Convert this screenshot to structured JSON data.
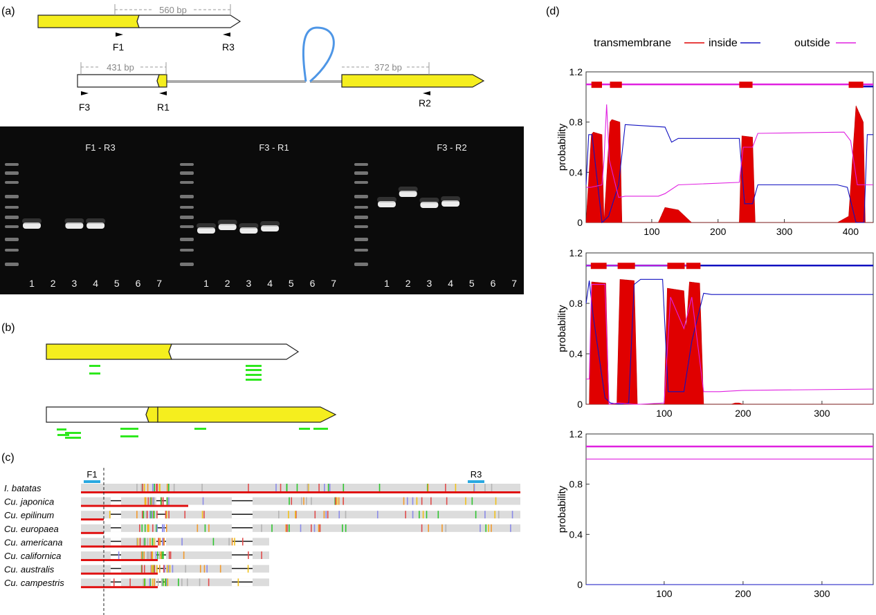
{
  "panel_labels": {
    "a": "(a)",
    "b": "(b)",
    "c": "(c)",
    "d": "(d)"
  },
  "panel_a": {
    "top_gene": {
      "length_label": "560 bp",
      "primer_f": "F1",
      "primer_r": "R3"
    },
    "bottom_gene": {
      "left_length_label": "431 bp",
      "right_length_label": "372 bp",
      "primers": [
        "F3",
        "R1",
        "R2"
      ]
    },
    "gel": {
      "groups": [
        {
          "title": "F1 - R3",
          "lanes": [
            "1",
            "2",
            "3",
            "4",
            "5",
            "6",
            "7"
          ],
          "band_lanes": [
            1,
            3,
            4
          ]
        },
        {
          "title": "F3 - R1",
          "lanes": [
            "1",
            "2",
            "3",
            "4",
            "5",
            "6",
            "7"
          ],
          "band_lanes": [
            1,
            2,
            3,
            4
          ]
        },
        {
          "title": "F3 - R2",
          "lanes": [
            "1",
            "2",
            "3",
            "4",
            "5",
            "6",
            "7"
          ],
          "band_lanes": [
            1,
            2,
            3,
            4
          ]
        }
      ]
    }
  },
  "panel_b": {
    "note": "read mapping to gene structures"
  },
  "panel_c": {
    "primer_labels": [
      "F1",
      "R3"
    ],
    "species": [
      {
        "name": "I. batatas",
        "length": 1.0
      },
      {
        "name": "Cu. japonica",
        "length": 1.0
      },
      {
        "name": "Cu. epilinum",
        "length": 1.0
      },
      {
        "name": "Cu. europaea",
        "length": 1.0
      },
      {
        "name": "Cu. americana",
        "length": 0.43
      },
      {
        "name": "Cu. californica",
        "length": 0.43
      },
      {
        "name": "Cu. australis",
        "length": 0.43
      },
      {
        "name": "Cu. campestris",
        "length": 0.43
      }
    ]
  },
  "panel_d": {
    "legend": [
      {
        "label": "transmembrane",
        "color": "#e00000"
      },
      {
        "label": "inside",
        "color": "#1010c0"
      },
      {
        "label": "outside",
        "color": "#e020e0"
      }
    ],
    "ylabel": "probability"
  },
  "chart_data": [
    {
      "type": "area",
      "ylabel": "probability",
      "xlim": [
        1,
        434
      ],
      "ylim": [
        0,
        1.2
      ],
      "xticks": [
        100,
        200,
        300,
        400
      ],
      "yticks": [
        "0",
        "0.4",
        "0.8",
        "1.2"
      ],
      "tm_segments": [
        [
          9,
          25
        ],
        [
          37,
          55
        ],
        [
          232,
          252
        ],
        [
          397,
          419
        ]
      ],
      "series": [
        {
          "name": "transmembrane",
          "x": [
            1,
            9,
            12,
            25,
            28,
            37,
            40,
            52,
            55,
            60,
            110,
            120,
            140,
            160,
            232,
            236,
            252,
            256,
            380,
            397,
            408,
            419,
            422,
            434
          ],
          "y": [
            0,
            0.7,
            0.72,
            0.7,
            0,
            0.8,
            0.82,
            0.8,
            0,
            0,
            0,
            0.12,
            0.1,
            0,
            0,
            0.69,
            0.68,
            0,
            0,
            0.05,
            0.93,
            0.8,
            0,
            0
          ]
        },
        {
          "name": "inside",
          "x": [
            1,
            5,
            10,
            25,
            35,
            50,
            60,
            120,
            130,
            140,
            232,
            240,
            252,
            260,
            380,
            395,
            408,
            420,
            425,
            434
          ],
          "y": [
            0.3,
            0.7,
            0.7,
            0.0,
            0.05,
            0.3,
            0.78,
            0.76,
            0.64,
            0.67,
            0.67,
            0.15,
            0.15,
            0.3,
            0.3,
            0.28,
            0.0,
            0.0,
            0.7,
            0.7
          ]
        },
        {
          "name": "outside",
          "x": [
            1,
            8,
            25,
            28,
            32,
            36,
            50,
            60,
            110,
            120,
            140,
            232,
            238,
            252,
            260,
            390,
            400,
            410,
            422,
            434
          ],
          "y": [
            0.28,
            0.28,
            0.3,
            0.5,
            0.94,
            0.5,
            0.2,
            0.21,
            0.21,
            0.23,
            0.3,
            0.32,
            0.6,
            0.6,
            0.71,
            0.72,
            0.65,
            0.3,
            0.3,
            0.3
          ]
        }
      ]
    },
    {
      "type": "area",
      "ylabel": "probability",
      "xlim": [
        1,
        365
      ],
      "ylim": [
        0,
        1.2
      ],
      "xticks": [
        100,
        200,
        300
      ],
      "yticks": [
        "0",
        "0.4",
        "0.8",
        "1.2"
      ],
      "tm_segments": [
        [
          7,
          27
        ],
        [
          41,
          63
        ],
        [
          104,
          126
        ],
        [
          128,
          146
        ]
      ],
      "series": [
        {
          "name": "transmembrane",
          "x": [
            1,
            5,
            8,
            26,
            30,
            40,
            44,
            62,
            66,
            100,
            104,
            125,
            128,
            132,
            145,
            150,
            185,
            190,
            195,
            200,
            365
          ],
          "y": [
            0,
            0,
            0.97,
            0.96,
            0,
            0,
            0.99,
            0.98,
            0,
            0,
            0.92,
            0.9,
            0.6,
            0.97,
            0.96,
            0,
            0,
            0.01,
            0.01,
            0,
            0
          ]
        },
        {
          "name": "inside",
          "x": [
            1,
            5,
            10,
            25,
            32,
            45,
            55,
            62,
            70,
            98,
            105,
            125,
            135,
            150,
            160,
            200,
            365
          ],
          "y": [
            0.8,
            0.98,
            0.7,
            0.05,
            0.01,
            0.0,
            0.01,
            0.95,
            0.99,
            0.99,
            0.1,
            0.1,
            0.5,
            0.88,
            0.87,
            0.87,
            0.87
          ]
        },
        {
          "name": "outside",
          "x": [
            1,
            5,
            8,
            25,
            30,
            42,
            62,
            70,
            100,
            108,
            125,
            135,
            148,
            150,
            170,
            200,
            365
          ],
          "y": [
            0.2,
            0.2,
            0.95,
            0.95,
            0.0,
            0.01,
            0.0,
            0.0,
            0.01,
            0.85,
            0.6,
            0.85,
            0.2,
            0.1,
            0.1,
            0.11,
            0.12
          ]
        }
      ]
    },
    {
      "type": "line",
      "ylabel": "probability",
      "xlim": [
        1,
        365
      ],
      "ylim": [
        0,
        1.2
      ],
      "xticks": [
        100,
        200,
        300
      ],
      "yticks": [
        "0",
        "0.4",
        "0.8",
        "1.2"
      ],
      "tm_segments": [],
      "series": [
        {
          "name": "transmembrane",
          "x": [
            1,
            365
          ],
          "y": [
            0,
            0
          ]
        },
        {
          "name": "inside",
          "x": [
            1,
            365
          ],
          "y": [
            0,
            0
          ]
        },
        {
          "name": "outside",
          "x": [
            1,
            365
          ],
          "y": [
            1.0,
            1.0
          ]
        }
      ]
    }
  ]
}
